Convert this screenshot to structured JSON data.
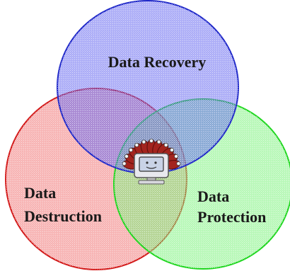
{
  "diagram": {
    "type": "venn",
    "circles": [
      {
        "id": "recovery",
        "label_lines": [
          "Data Recovery"
        ],
        "fill": "#5a5cf0",
        "stroke": "#1f28c8"
      },
      {
        "id": "destruction",
        "label_lines": [
          "Data",
          "Destruction"
        ],
        "fill": "#f06a6a",
        "stroke": "#d21818"
      },
      {
        "id": "protection",
        "label_lines": [
          "Data",
          "Protection"
        ],
        "fill": "#72f272",
        "stroke": "#1ed61e"
      }
    ],
    "center_icon": "computer-logo-icon",
    "background": "#ffffff"
  }
}
